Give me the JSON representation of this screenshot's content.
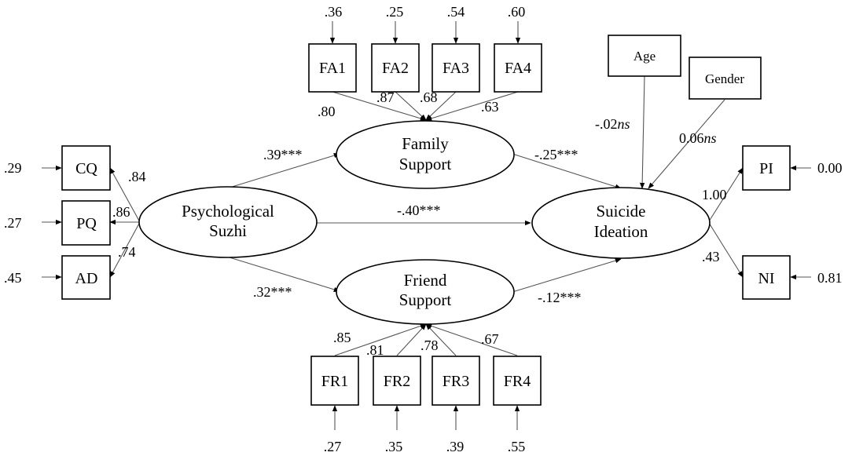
{
  "latent": {
    "psych_line1": "Psychological",
    "psych_line2": "Suzhi",
    "family_line1": "Family",
    "family_line2": "Support",
    "friend_line1": "Friend",
    "friend_line2": "Support",
    "suicide_line1": "Suicide",
    "suicide_line2": "Ideation"
  },
  "indicators": {
    "cq": "CQ",
    "pq": "PQ",
    "ad": "AD",
    "fa1": "FA1",
    "fa2": "FA2",
    "fa3": "FA3",
    "fa4": "FA4",
    "fr1": "FR1",
    "fr2": "FR2",
    "fr3": "FR3",
    "fr4": "FR4",
    "pi": "PI",
    "ni": "NI",
    "age": "Age",
    "gender": "Gender"
  },
  "errors": {
    "cq": ".29",
    "pq": ".27",
    "ad": ".45",
    "fa1": ".36",
    "fa2": ".25",
    "fa3": ".54",
    "fa4": ".60",
    "fr1": ".27",
    "fr2": ".35",
    "fr3": ".39",
    "fr4": ".55",
    "pi": "0.00",
    "ni": "0.81"
  },
  "loadings": {
    "cq": ".84",
    "pq": ".86",
    "ad": ".74",
    "fa1": ".80",
    "fa2": ".87",
    "fa3": ".68",
    "fa4": ".63",
    "fr1": ".85",
    "fr2": ".81",
    "fr3": ".78",
    "fr4": ".67",
    "pi": "1.00",
    "ni": ".43"
  },
  "paths": {
    "psych_family": ".39***",
    "psych_friend": ".32***",
    "psych_suicide": "-.40***",
    "family_suicide": "-.25***",
    "friend_suicide": "-.12***",
    "age_value": "-.02",
    "age_ns": "ns",
    "gender_value": "0.06",
    "gender_ns": "ns"
  }
}
